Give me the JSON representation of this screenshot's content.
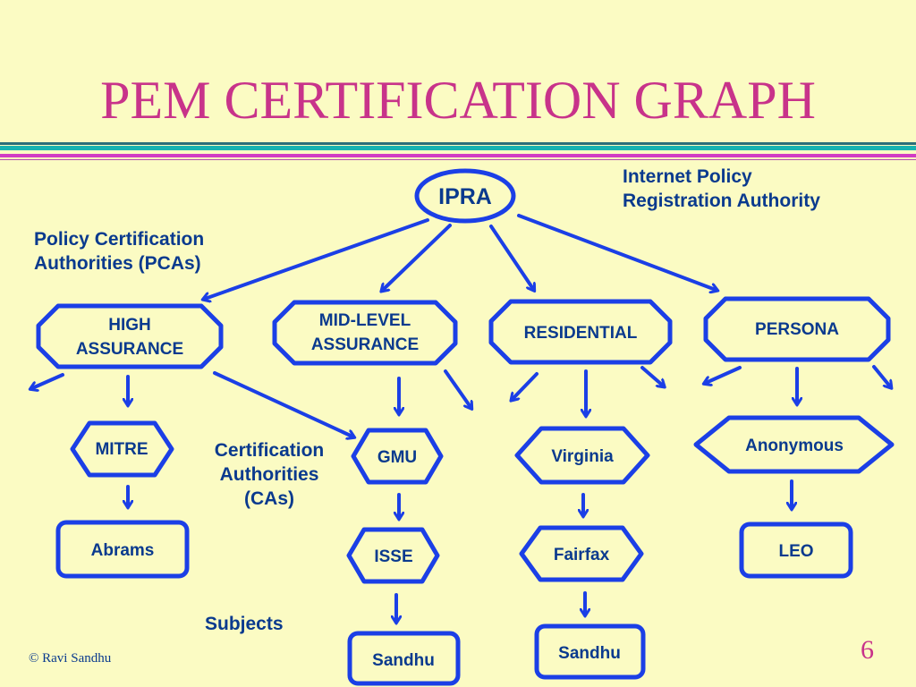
{
  "slide": {
    "title": "PEM CERTIFICATION GRAPH",
    "page_number": "6",
    "copyright": "© Ravi Sandhu"
  },
  "colors": {
    "background": "#fbfbc3",
    "title": "#c8338a",
    "node_stroke": "#1b3fe6",
    "text": "#0a3a8e",
    "rule_teal": "#18b3b1",
    "rule_magenta": "#d13cc4"
  },
  "annotations": {
    "ipra_full_line1": "Internet Policy",
    "ipra_full_line2": "Registration Authority",
    "pcas_line1": "Policy Certification",
    "pcas_line2": "Authorities (PCAs)",
    "cas_line1": "Certification",
    "cas_line2": "Authorities",
    "cas_line3": "(CAs)",
    "subjects": "Subjects"
  },
  "nodes": {
    "ipra": {
      "label": "IPRA",
      "shape": "ellipse"
    },
    "high_assurance": {
      "label_line1": "HIGH",
      "label_line2": "ASSURANCE",
      "shape": "octagon"
    },
    "mid_level_assurance": {
      "label_line1": "MID-LEVEL",
      "label_line2": "ASSURANCE",
      "shape": "octagon"
    },
    "residential": {
      "label": "RESIDENTIAL",
      "shape": "octagon"
    },
    "persona": {
      "label": "PERSONA",
      "shape": "octagon"
    },
    "mitre": {
      "label": "MITRE",
      "shape": "hexagon"
    },
    "gmu": {
      "label": "GMU",
      "shape": "hexagon"
    },
    "virginia": {
      "label": "Virginia",
      "shape": "hexagon"
    },
    "anonymous": {
      "label": "Anonymous",
      "shape": "hexagon"
    },
    "abrams": {
      "label": "Abrams",
      "shape": "rounded-rect"
    },
    "isse": {
      "label": "ISSE",
      "shape": "hexagon"
    },
    "fairfax": {
      "label": "Fairfax",
      "shape": "hexagon"
    },
    "leo": {
      "label": "LEO",
      "shape": "rounded-rect"
    },
    "sandhu_gmu": {
      "label": "Sandhu",
      "shape": "rounded-rect"
    },
    "sandhu_fairfax": {
      "label": "Sandhu",
      "shape": "rounded-rect"
    }
  },
  "edges": [
    {
      "from": "ipra",
      "to": "high_assurance"
    },
    {
      "from": "ipra",
      "to": "mid_level_assurance"
    },
    {
      "from": "ipra",
      "to": "residential"
    },
    {
      "from": "ipra",
      "to": "persona"
    },
    {
      "from": "high_assurance",
      "to": "mitre"
    },
    {
      "from": "high_assurance",
      "to": "gmu"
    },
    {
      "from": "high_assurance",
      "to": null
    },
    {
      "from": "mid_level_assurance",
      "to": "gmu"
    },
    {
      "from": "mid_level_assurance",
      "to": null
    },
    {
      "from": "residential",
      "to": "virginia"
    },
    {
      "from": "residential",
      "to": null
    },
    {
      "from": "residential",
      "to": null
    },
    {
      "from": "persona",
      "to": "anonymous"
    },
    {
      "from": "persona",
      "to": null
    },
    {
      "from": "persona",
      "to": null
    },
    {
      "from": "mitre",
      "to": "abrams"
    },
    {
      "from": "gmu",
      "to": "isse"
    },
    {
      "from": "isse",
      "to": "sandhu_gmu"
    },
    {
      "from": "virginia",
      "to": "fairfax"
    },
    {
      "from": "fairfax",
      "to": "sandhu_fairfax"
    },
    {
      "from": "anonymous",
      "to": "leo"
    }
  ]
}
